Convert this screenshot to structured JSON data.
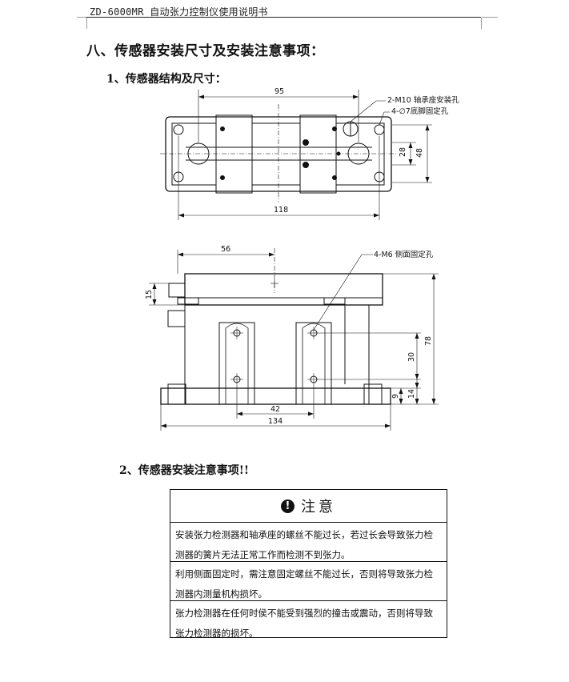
{
  "header": {
    "running_title": "ZD-6000MR 自动张力控制仪使用说明书"
  },
  "section": {
    "title": "八、传感器安装尺寸及安装注意事项："
  },
  "subsections": [
    {
      "label": "1、传感器结构及尺寸："
    },
    {
      "label": "2、传感器安装注意事项!!"
    }
  ],
  "drawing": {
    "top_view": {
      "dim_width_inner": "95",
      "dim_width_total": "118",
      "dim_height_inner": "28",
      "dim_height_total": "48",
      "note_bearing_holes": "2-M10 轴承座安装孔",
      "note_foot_holes": "4-∅7底脚固定孔"
    },
    "side_view": {
      "dim_offset": "56",
      "dim_top_thickness": "15",
      "dim_height_total": "78",
      "dim_hole_height": "30",
      "dim_base_height": "14",
      "dim_base_thickness": "9",
      "dim_hole_spacing": "42",
      "dim_base_length": "134",
      "note_side_holes": "4-M6 侧面固定孔"
    }
  },
  "notice": {
    "icon": "!",
    "title": "注意",
    "items": [
      "安装张力检测器和轴承座的螺丝不能过长，若过长会导致张力检测器的簧片无法正常工作而检测不到张力。",
      "利用侧面固定时，需注意固定螺丝不能过长，否则将导致张力检测器内测量机构损坏。",
      "张力检测器在任何时侯不能受到强烈的撞击或震动，否则将导致张力检测器的损坏。"
    ]
  }
}
